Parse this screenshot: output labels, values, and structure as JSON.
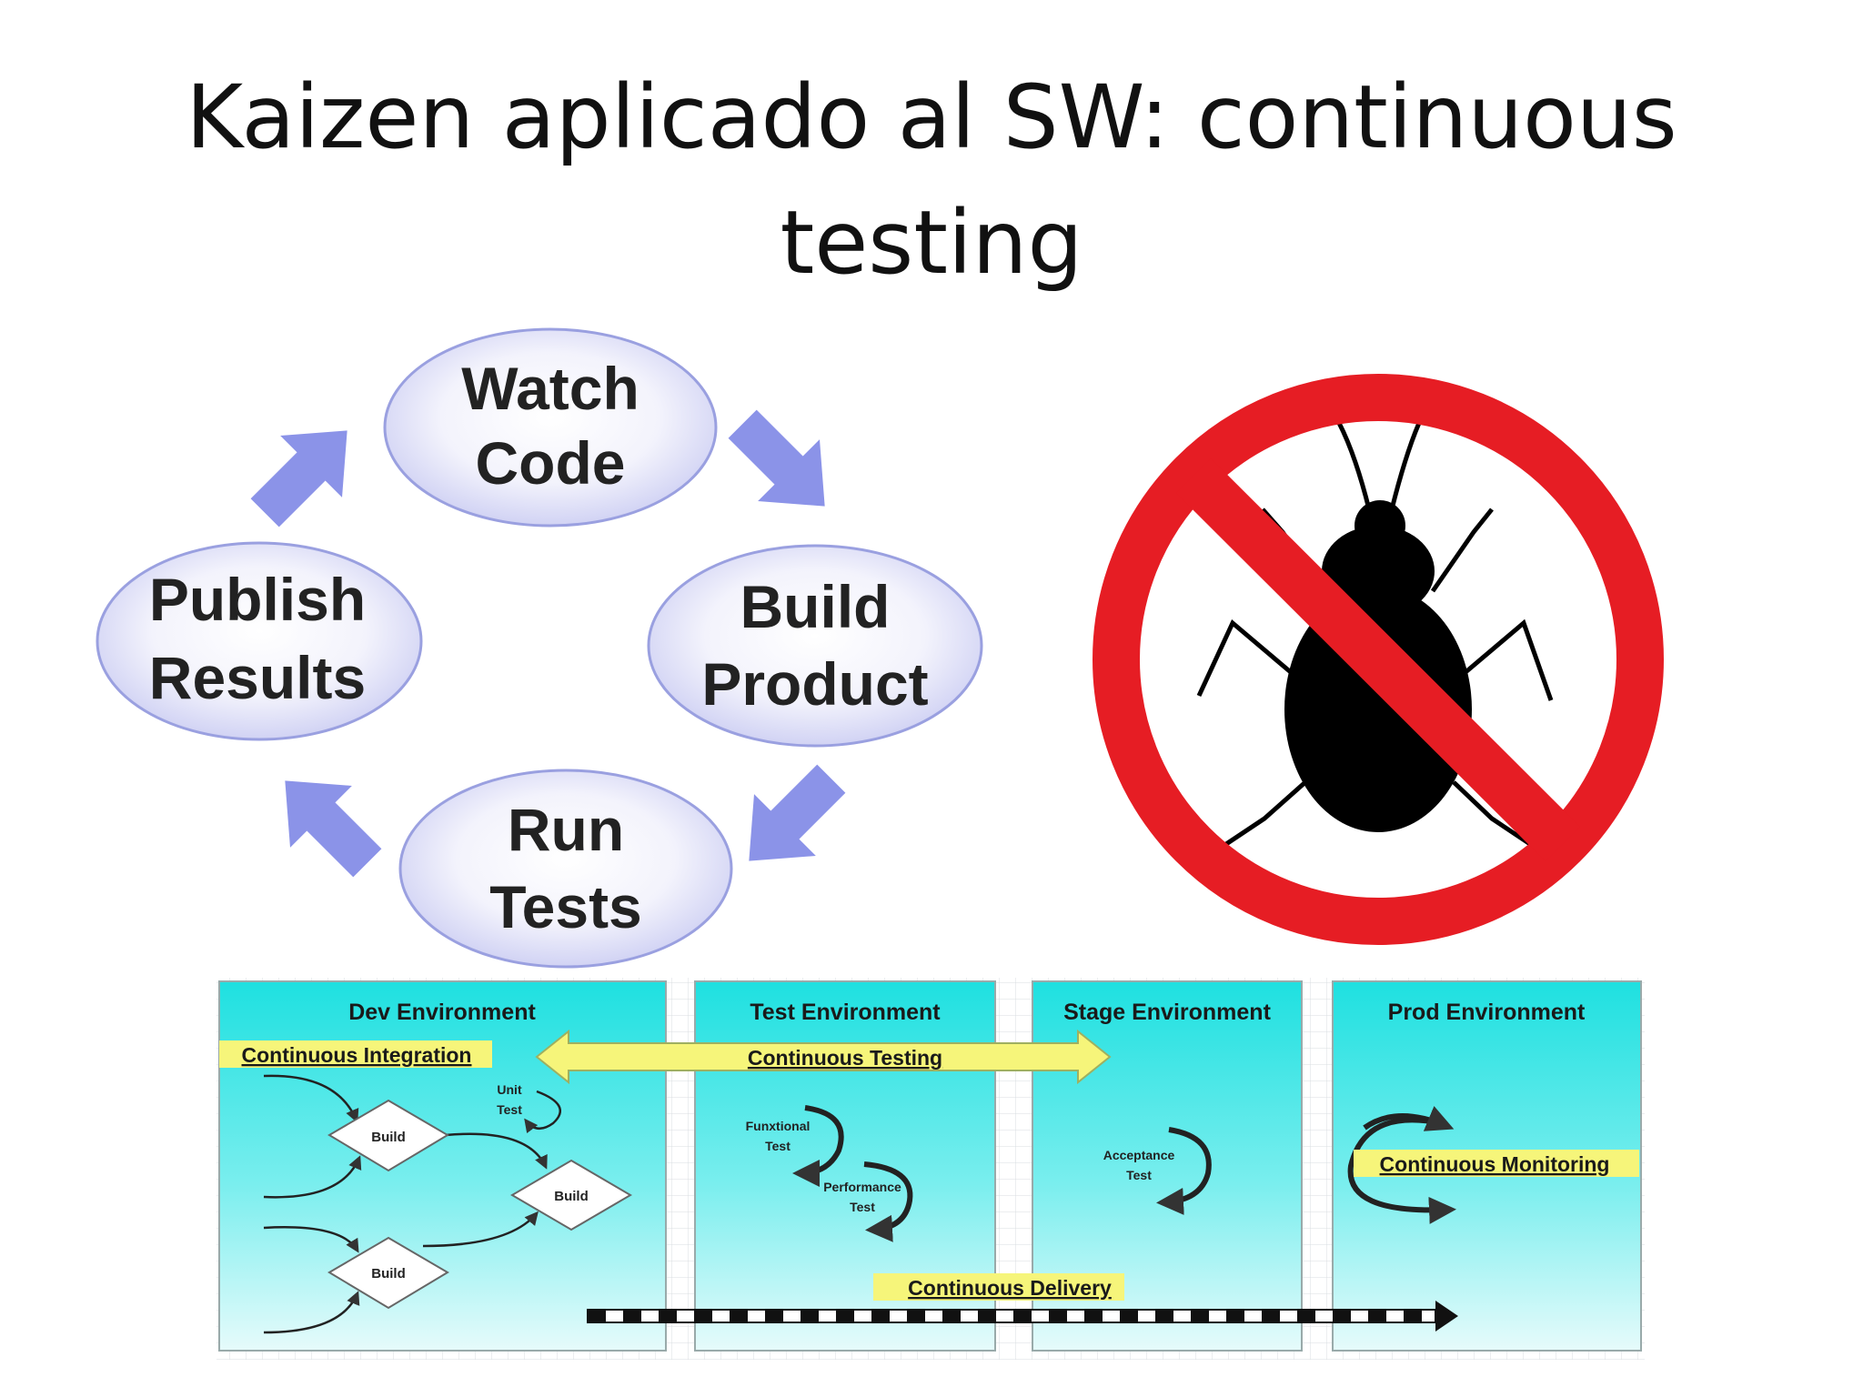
{
  "slide": {
    "title_line1": "Kaizen aplicado al SW: continuous",
    "title_line2": "testing"
  },
  "cycle": {
    "fill_color": "#c9cbf2",
    "arrow_color": "#8b93e8",
    "steps": [
      {
        "line1": "Watch",
        "line2": "Code"
      },
      {
        "line1": "Build",
        "line2": "Product"
      },
      {
        "line1": "Run",
        "line2": "Tests"
      },
      {
        "line1": "Publish",
        "line2": "Results"
      }
    ]
  },
  "no_bugs_sign": {
    "icon": "no-bug-icon",
    "ring_color": "#e61d24"
  },
  "pipeline": {
    "panel_color": "#1ee0e0",
    "highlight_color": "#f6f57a",
    "environments": [
      {
        "label": "Dev Environment"
      },
      {
        "label": "Test Environment"
      },
      {
        "label": "Stage Environment"
      },
      {
        "label": "Prod Environment"
      }
    ],
    "continuous_integration": "Continuous Integration",
    "continuous_testing": "Continuous Testing",
    "continuous_delivery": "Continuous Delivery",
    "continuous_monitoring": "Continuous Monitoring",
    "build_nodes": [
      "Build",
      "Build",
      "Build"
    ],
    "unit_test": {
      "line1": "Unit",
      "line2": "Test"
    },
    "functional_test": {
      "line1": "Funxtional",
      "line2": "Test"
    },
    "performance_test": {
      "line1": "Performance",
      "line2": "Test"
    },
    "acceptance_test": {
      "line1": "Acceptance",
      "line2": "Test"
    }
  }
}
